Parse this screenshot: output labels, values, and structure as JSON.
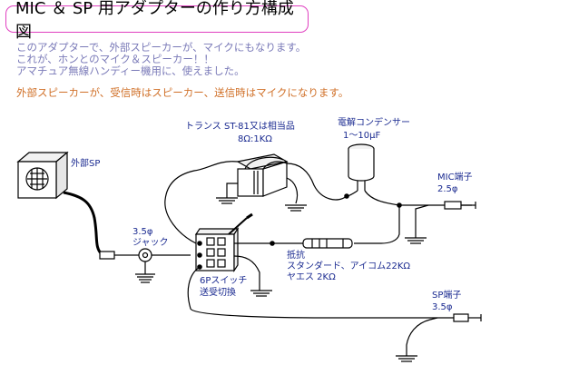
{
  "title": "MIC ＆ SP 用アダプターの作り方構成図",
  "intro_lines": [
    "このアダプターで、外部スピーカーが、マイクにもなります。",
    "これが、ホンとのマイク＆スピーカー！！",
    "アマチュア無線ハンディー機用に、使えました。"
  ],
  "note": "外部スピーカーが、受信時はスピーカー、送信時はマイクになります。",
  "labels": {
    "external_sp": "外部SP",
    "transformer_line1": "トランス ST-81又は相当品",
    "transformer_line2": "8Ω:1KΩ",
    "condenser_line1": "電解コンデンサー",
    "condenser_line2": "1〜10μF",
    "mic_terminal_line1": "MIC端子",
    "mic_terminal_line2": "2.5φ",
    "jack_line1": "3.5φ",
    "jack_line2": "ジャック",
    "resistor_line1": "抵抗",
    "resistor_line2": "スタンダード、アイコム22KΩ",
    "resistor_line3": "ヤエス 2KΩ",
    "switch_line1": "6Pスイッチ",
    "switch_line2": "送受切換",
    "sp_terminal_line1": "SP端子",
    "sp_terminal_line2": "3.5φ"
  },
  "colors": {
    "title_border": "#e040c0",
    "intro_text": "#7a7ab8",
    "note_text": "#d07028",
    "label_text": "#1a2a90",
    "wire": "#000000"
  }
}
